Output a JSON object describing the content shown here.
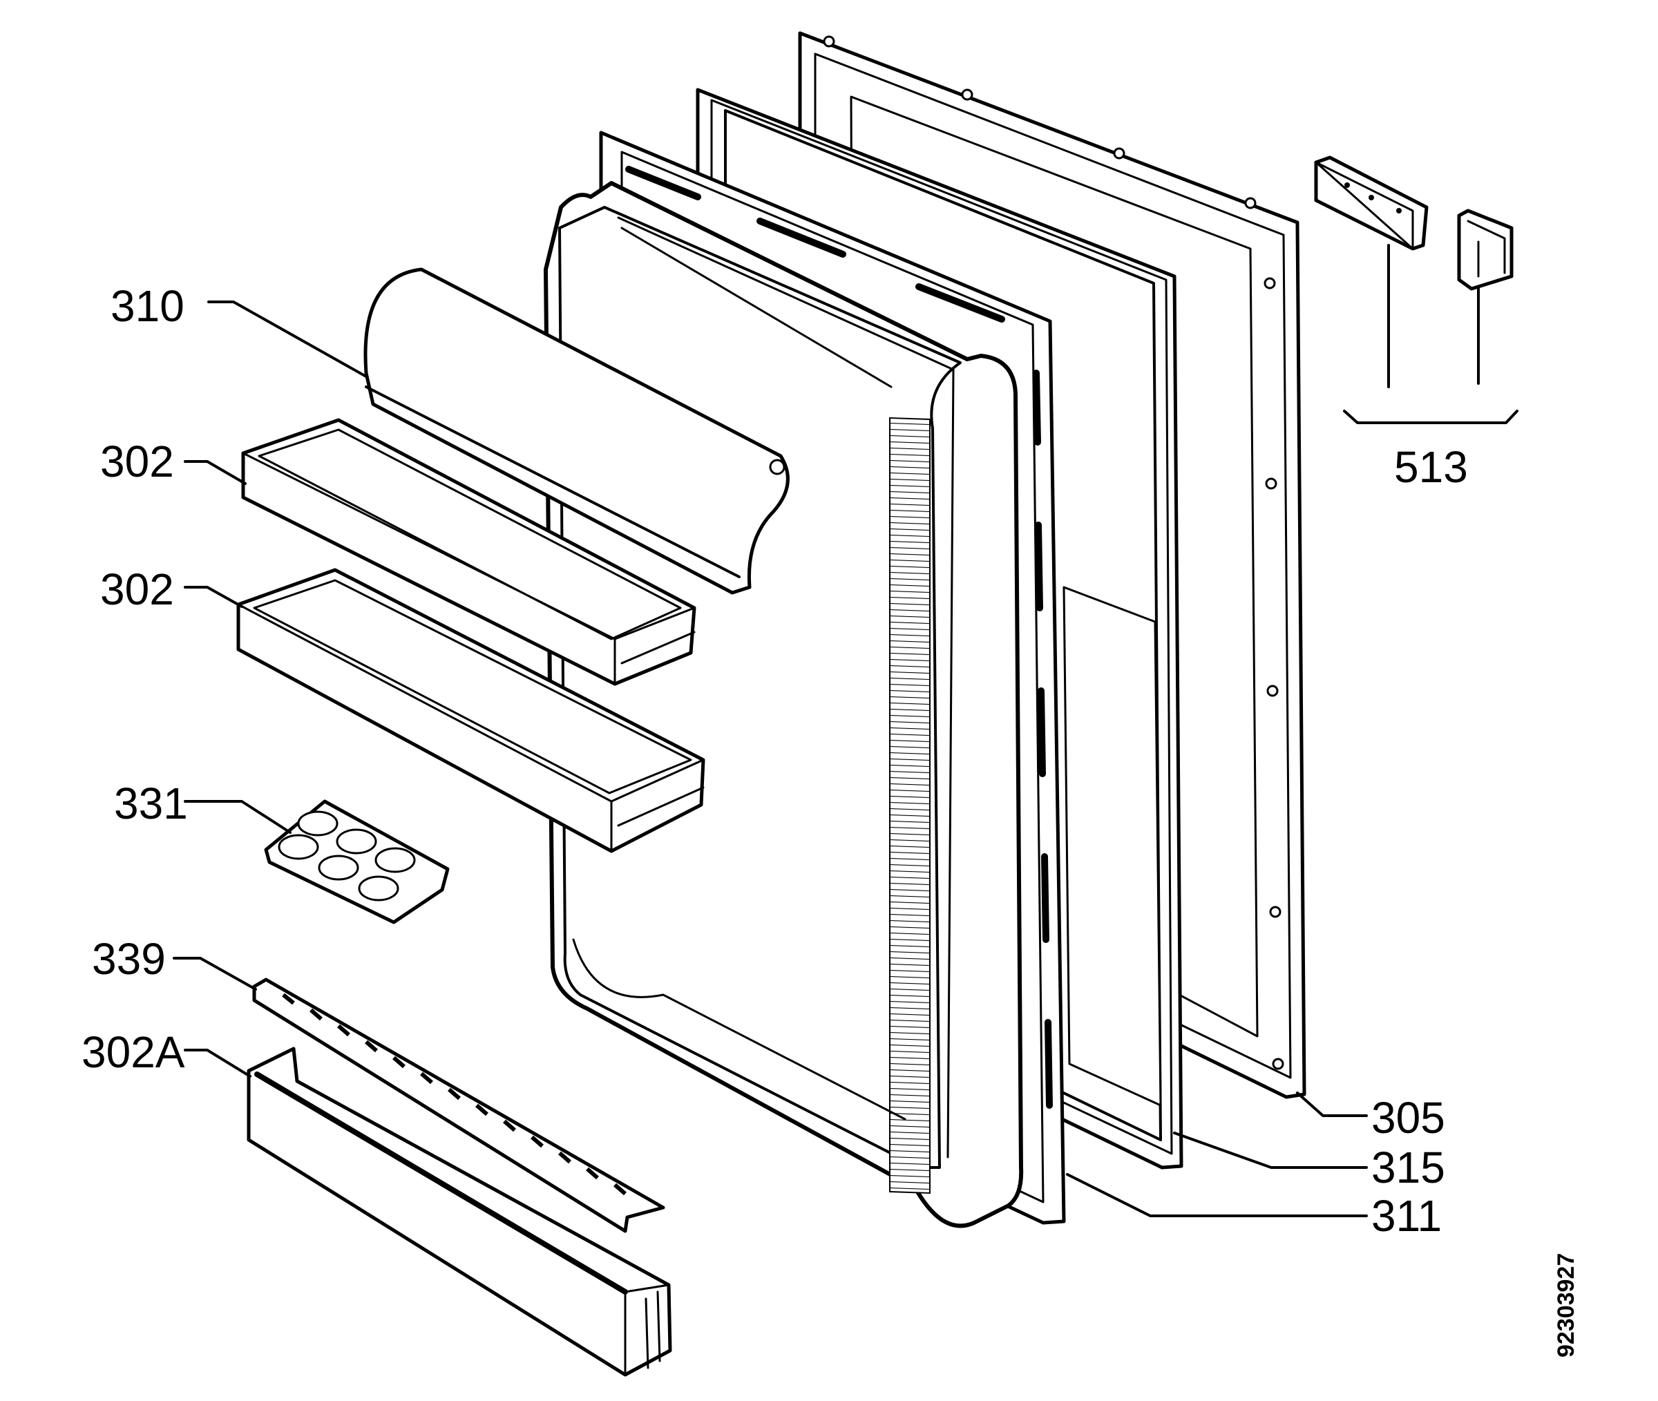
{
  "diagram": {
    "labels": {
      "p310": "310",
      "p302a": "302",
      "p302b": "302",
      "p331": "331",
      "p339": "339",
      "p302A": "302A",
      "p513": "513",
      "p305": "305",
      "p315": "315",
      "p311": "311"
    },
    "document_id": "92303927",
    "colors": {
      "ink": "#000000",
      "paper": "#ffffff"
    }
  }
}
